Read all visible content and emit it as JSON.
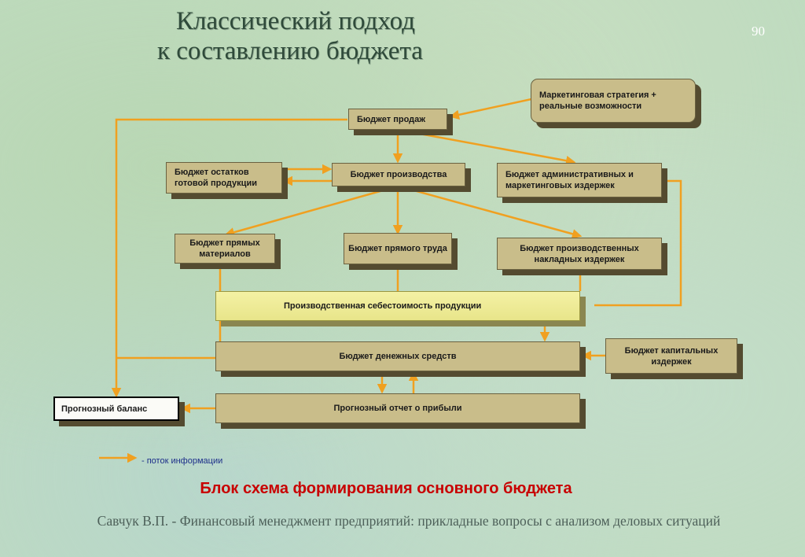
{
  "title": {
    "line1": "Классический подход",
    "line2": "к составлению бюджета"
  },
  "page_number": "90",
  "nodes": {
    "marketing": "Маркетинговая стратегия + реальные возможности",
    "sales": "Бюджет продаж",
    "finished_goods": "Бюджет остатков готовой продукции",
    "production": "Бюджет производства",
    "admin_marketing": "Бюджет административных и маркетинговых издержек",
    "direct_materials": "Бюджет прямых материалов",
    "direct_labor": "Бюджет прямого труда",
    "overhead": "Бюджет производственных накладных издержек",
    "cost_of_goods": "Производственная себестоимость продукции",
    "cash": "Бюджет денежных средств",
    "capital": "Бюджет капитальных издержек",
    "balance": "Прогнозный баланс",
    "income": "Прогнозный отчет о прибыли"
  },
  "legend": {
    "label": "- поток информации",
    "color": "#f0a020"
  },
  "subtitle": "Блок схема формирования основного бюджета",
  "footer": "Савчук В.П. - Финансовый менеджмент предприятий: прикладные вопросы с анализом деловых ситуаций",
  "colors": {
    "arrow": "#f0a020",
    "box_fill": "#c9bd8a",
    "box_shadow": "#544b30",
    "highlight_box": "#f0eda0",
    "subtitle": "#c80000"
  }
}
